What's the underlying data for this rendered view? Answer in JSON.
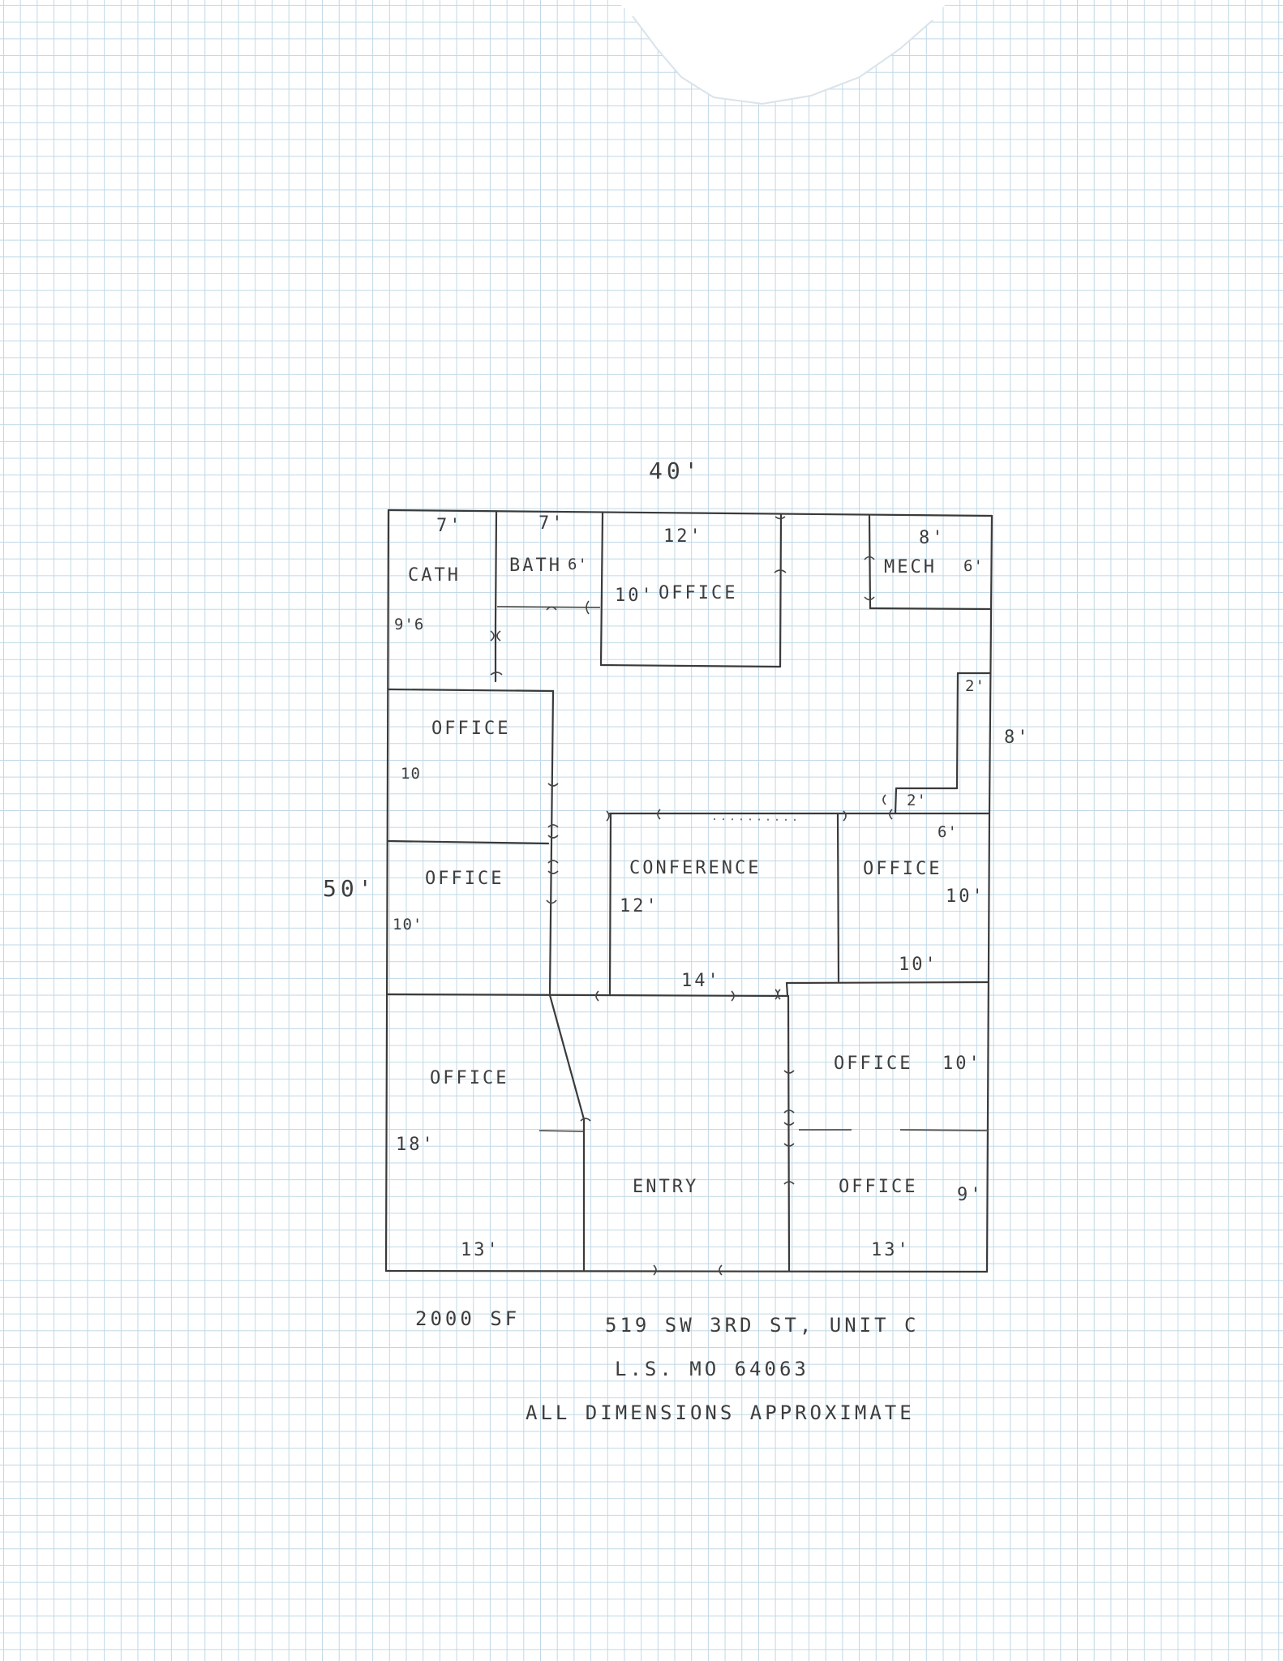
{
  "plan": {
    "overall": {
      "width": "40'",
      "depth": "50'"
    },
    "labels": {
      "bath_left": {
        "name": "CATH",
        "width": "7'",
        "depth": "9'6"
      },
      "bath_right": {
        "name": "BATH",
        "width": "7'",
        "depth": "6'"
      },
      "office_top": {
        "name": "OFFICE",
        "width": "12'",
        "depth": "10'"
      },
      "mech": {
        "name": "MECH",
        "width": "8'",
        "depth": "6'"
      },
      "right_wall": {
        "top_jog": "2'",
        "length": "8'",
        "bottom_jog": "2'"
      },
      "office_left_upper": {
        "name": "OFFICE",
        "depth": "10"
      },
      "office_left_mid": {
        "name": "OFFICE",
        "depth": "10'"
      },
      "conference": {
        "name": "CONFERENCE",
        "depth": "12'",
        "width": "14'"
      },
      "office_right_mid": {
        "name": "OFFICE",
        "top": "6'",
        "depth": "10'",
        "width": "10'"
      },
      "office_left_bottom": {
        "name": "OFFICE",
        "depth": "18'",
        "width": "13'"
      },
      "entry": {
        "name": "ENTRY"
      },
      "office_right_lower": {
        "name": "OFFICE",
        "depth": "10'"
      },
      "office_right_bottom": {
        "name": "OFFICE",
        "depth": "9'",
        "width": "13'"
      }
    }
  },
  "notes": {
    "area": "2000 SF",
    "address_line1": "519 SW 3RD ST, UNIT C",
    "address_line2": "L.S. MO 64063",
    "disclaimer": "ALL DIMENSIONS APPROXIMATE"
  }
}
